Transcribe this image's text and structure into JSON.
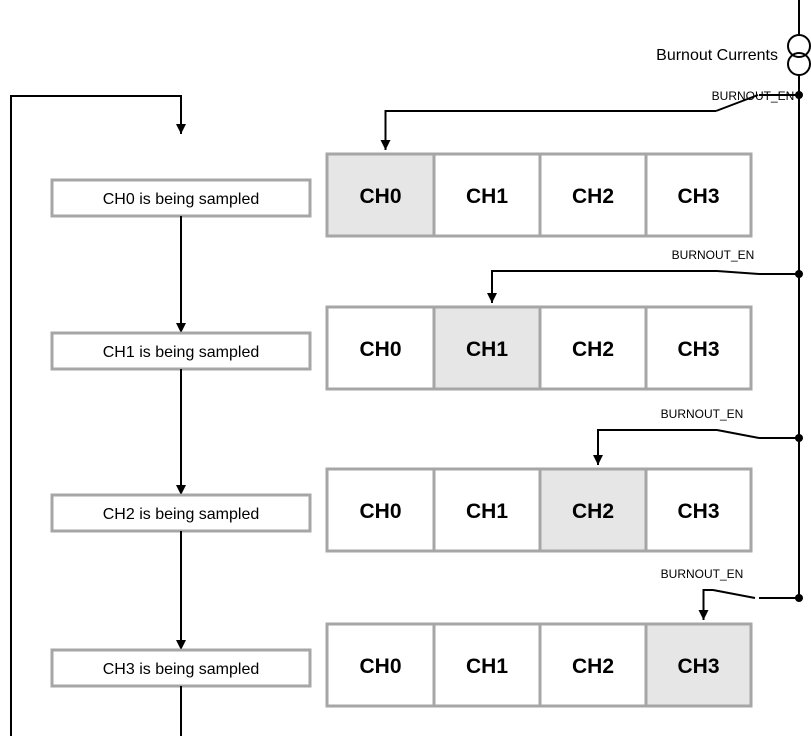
{
  "title": "Burnout Currents",
  "switch_label": "BURNOUT_EN",
  "colors": {
    "line": "#000000",
    "box_border": "#a6a6a6",
    "highlight_fill": "#e6e6e6",
    "cell_fill": "#ffffff"
  },
  "rows": [
    {
      "status_label": "CH0 is being sampled",
      "active_channel": 0,
      "cells": [
        {
          "label": "CH0",
          "highlighted": true
        },
        {
          "label": "CH1",
          "highlighted": false
        },
        {
          "label": "CH2",
          "highlighted": false
        },
        {
          "label": "CH3",
          "highlighted": false
        }
      ]
    },
    {
      "status_label": "CH1 is being sampled",
      "active_channel": 1,
      "cells": [
        {
          "label": "CH0",
          "highlighted": false
        },
        {
          "label": "CH1",
          "highlighted": true
        },
        {
          "label": "CH2",
          "highlighted": false
        },
        {
          "label": "CH3",
          "highlighted": false
        }
      ]
    },
    {
      "status_label": "CH2 is being sampled",
      "active_channel": 2,
      "cells": [
        {
          "label": "CH0",
          "highlighted": false
        },
        {
          "label": "CH1",
          "highlighted": false
        },
        {
          "label": "CH2",
          "highlighted": true
        },
        {
          "label": "CH3",
          "highlighted": false
        }
      ]
    },
    {
      "status_label": "CH3 is being sampled",
      "active_channel": 3,
      "cells": [
        {
          "label": "CH0",
          "highlighted": false
        },
        {
          "label": "CH1",
          "highlighted": false
        },
        {
          "label": "CH2",
          "highlighted": false
        },
        {
          "label": "CH3",
          "highlighted": true
        }
      ]
    }
  ]
}
